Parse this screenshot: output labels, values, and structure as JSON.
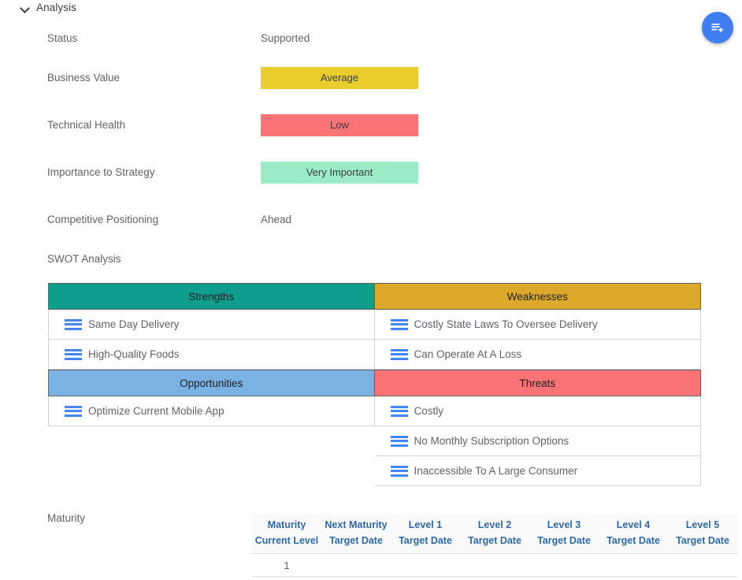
{
  "section": {
    "title": "Analysis",
    "toggle_icon": "chevron-down-icon",
    "expanded": true
  },
  "fab": {
    "icon": "playlist-add-icon",
    "color": "#3f7ef1"
  },
  "fields": [
    {
      "label": "Status",
      "value": "Supported",
      "style": "text"
    },
    {
      "label": "Business Value",
      "value": "Average",
      "style": "chip",
      "color": "#e8cd2c"
    },
    {
      "label": "Technical Health",
      "value": "Low",
      "style": "chip",
      "color": "#fb7374"
    },
    {
      "label": "Importance to Strategy",
      "value": "Very Important",
      "style": "chip",
      "color": "#9bebc6"
    },
    {
      "label": "Competitive Positioning",
      "value": "Ahead",
      "style": "text"
    }
  ],
  "swot": {
    "caption": "SWOT Analysis",
    "quadrants": {
      "strengths": {
        "title": "Strengths",
        "color": "#0f9e8e",
        "items": [
          {
            "text": "Same Day Delivery",
            "handle_icon": "drag-handle-icon"
          },
          {
            "text": "High-Quality Foods",
            "handle_icon": "drag-handle-icon"
          }
        ]
      },
      "weaknesses": {
        "title": "Weaknesses",
        "color": "#dda92b",
        "items": [
          {
            "text": "Costly State Laws To Oversee Delivery",
            "handle_icon": "drag-handle-icon"
          },
          {
            "text": "Can Operate At A Loss",
            "handle_icon": "drag-handle-icon"
          }
        ]
      },
      "opportunities": {
        "title": "Opportunities",
        "color": "#79b2e3",
        "items": [
          {
            "text": "Optimize Current Mobile App",
            "handle_icon": "drag-handle-icon"
          }
        ]
      },
      "threats": {
        "title": "Threats",
        "color": "#fb7374",
        "items": [
          {
            "text": "Costly",
            "handle_icon": "drag-handle-icon"
          },
          {
            "text": "No Monthly Subscription Options",
            "handle_icon": "drag-handle-icon"
          },
          {
            "text": "Inaccessible To A Large Consumer",
            "handle_icon": "drag-handle-icon"
          }
        ]
      }
    }
  },
  "maturity": {
    "label": "Maturity",
    "header_color": "#2d69a8",
    "columns": [
      {
        "line1": "Maturity",
        "line2": "Current Level"
      },
      {
        "line1": "Next Maturity",
        "line2": "Target Date"
      },
      {
        "line1": "Level 1",
        "line2": "Target Date"
      },
      {
        "line1": "Level 2",
        "line2": "Target Date"
      },
      {
        "line1": "Level 3",
        "line2": "Target Date"
      },
      {
        "line1": "Level 4",
        "line2": "Target Date"
      },
      {
        "line1": "Level 5",
        "line2": "Target Date"
      }
    ],
    "rows": [
      [
        "1",
        "",
        "",
        "",
        "",
        "",
        ""
      ]
    ]
  }
}
